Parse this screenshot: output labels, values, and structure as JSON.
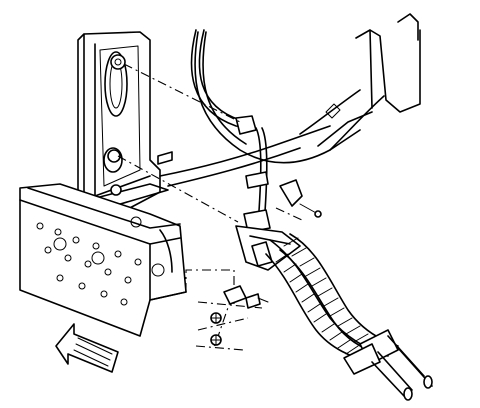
{
  "figure": {
    "parts": [
      "frame-rail",
      "crossmember-bracket",
      "brake-pipes",
      "brake-hoses",
      "hose-bracket",
      "retaining-clip",
      "mounting-bolt",
      "mounting-nut",
      "washer",
      "direction-arrow"
    ],
    "orientation": "arrow-points-forward-left"
  }
}
